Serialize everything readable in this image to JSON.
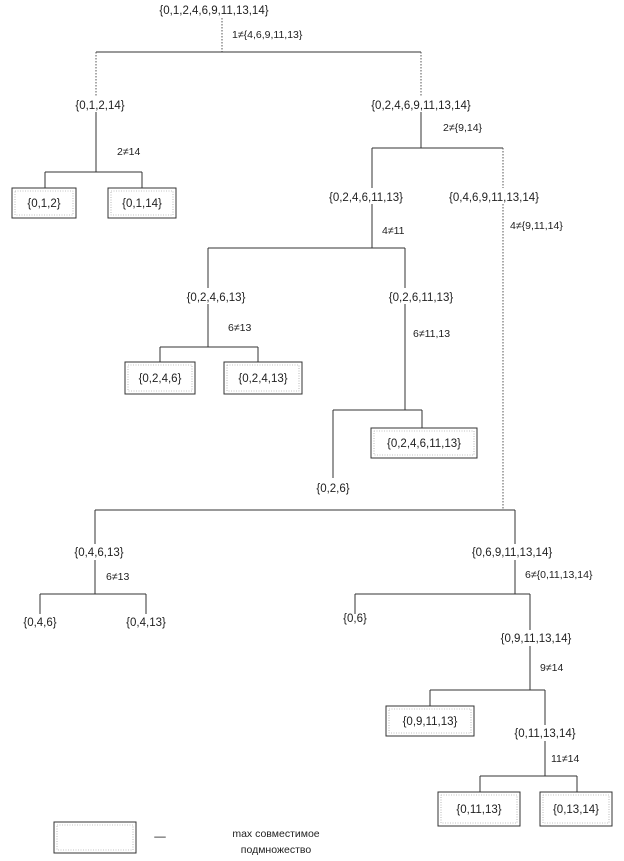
{
  "nodes": {
    "root": "{0,1,2,4,6,9,11,13,14}",
    "n012_14": "{0,1,2,14}",
    "n0246_9": "{0,2,4,6,9,11,13,14}",
    "n012": "{0,1,2}",
    "n0114": "{0,1,14}",
    "n024611": "{0,2,4,6,11,13}",
    "n0469": "{0,4,6,9,11,13,14}",
    "n024613": "{0,2,4,6,13}",
    "n02611": "{0,2,6,11,13}",
    "n0246": "{0,2,4,6}",
    "n02413": "{0,2,4,13}",
    "n026": "{0,2,6}",
    "n0246_11_13": "{0,2,4,6,11,13}",
    "n04613": "{0,4,6,13}",
    "n069": "{0,6,9,11,13,14}",
    "n046": "{0,4,6}",
    "n0413": "{0,4,13}",
    "n06": "{0,6}",
    "n0911": "{0,9,11,13,14}",
    "n091113": "{0,9,11,13}",
    "n0111314": "{0,11,13,14}",
    "n01113": "{0,11,13}",
    "n01314": "{0,13,14}"
  },
  "conditions": {
    "c1": "1≠{4,6,9,11,13}",
    "c2": "2≠14",
    "c3": "2≠{9,14}",
    "c4": "4≠11",
    "c5": "4≠{9,11,14}",
    "c6a": "6≠13",
    "c6b": "6≠11,13",
    "c7": "6≠13",
    "c8": "6≠{0,11,13,14}",
    "c9": "9≠14",
    "c10": "11≠14"
  },
  "legend": {
    "text_line1": "max совместимое",
    "text_line2": "подмножество",
    "dash": "—"
  }
}
